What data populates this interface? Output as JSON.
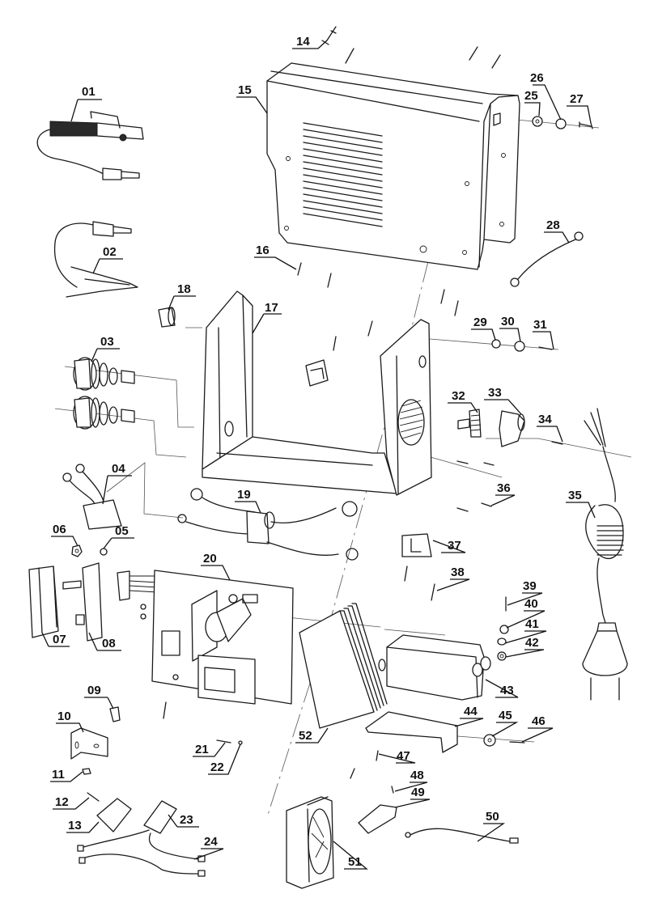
{
  "diagram": {
    "type": "exploded-parts-diagram",
    "subject": "welding inverter",
    "colors": {
      "line": "#1a1a1a",
      "background": "#ffffff",
      "axis": "#555555"
    }
  },
  "parts": [
    {
      "id": "01",
      "label": "01",
      "component": "electrode holder with cable"
    },
    {
      "id": "02",
      "label": "02",
      "component": "earth clamp with cable"
    },
    {
      "id": "03",
      "label": "03",
      "component": "output sockets"
    },
    {
      "id": "04",
      "label": "04",
      "component": "rectifier module"
    },
    {
      "id": "05",
      "label": "05",
      "component": "washer"
    },
    {
      "id": "06",
      "label": "06",
      "component": "nut"
    },
    {
      "id": "07",
      "label": "07",
      "component": "front knob panel"
    },
    {
      "id": "08",
      "label": "08",
      "component": "potentiometer board"
    },
    {
      "id": "09",
      "label": "09",
      "component": "bolt"
    },
    {
      "id": "10",
      "label": "10",
      "component": "bracket"
    },
    {
      "id": "11",
      "label": "11",
      "component": "nut"
    },
    {
      "id": "12",
      "label": "12",
      "component": "screw"
    },
    {
      "id": "13",
      "label": "13",
      "component": "clip"
    },
    {
      "id": "14",
      "label": "14",
      "component": "screw"
    },
    {
      "id": "15",
      "label": "15",
      "component": "housing cover"
    },
    {
      "id": "16",
      "label": "16",
      "component": "screw"
    },
    {
      "id": "17",
      "label": "17",
      "component": "chassis frame"
    },
    {
      "id": "18",
      "label": "18",
      "component": "cable grommet"
    },
    {
      "id": "19",
      "label": "19",
      "component": "output cables with choke"
    },
    {
      "id": "20",
      "label": "20",
      "component": "main circuit board"
    },
    {
      "id": "21",
      "label": "21",
      "component": "screw"
    },
    {
      "id": "22",
      "label": "22",
      "component": "washer"
    },
    {
      "id": "23",
      "label": "23",
      "component": "thermal sensor"
    },
    {
      "id": "24",
      "label": "24",
      "component": "sensor cable"
    },
    {
      "id": "25",
      "label": "25",
      "component": "nut"
    },
    {
      "id": "26",
      "label": "26",
      "component": "washer"
    },
    {
      "id": "27",
      "label": "27",
      "component": "screw"
    },
    {
      "id": "28",
      "label": "28",
      "component": "ground wire"
    },
    {
      "id": "29",
      "label": "29",
      "component": "nut"
    },
    {
      "id": "30",
      "label": "30",
      "component": "washer"
    },
    {
      "id": "31",
      "label": "31",
      "component": "screw"
    },
    {
      "id": "32",
      "label": "32",
      "component": "power switch"
    },
    {
      "id": "33",
      "label": "33",
      "component": "strain relief"
    },
    {
      "id": "34",
      "label": "34",
      "component": "screw"
    },
    {
      "id": "35",
      "label": "35",
      "component": "mains cable with plug"
    },
    {
      "id": "36",
      "label": "36",
      "component": "screw"
    },
    {
      "id": "37",
      "label": "37",
      "component": "cable clamp"
    },
    {
      "id": "38",
      "label": "38",
      "component": "screw"
    },
    {
      "id": "39",
      "label": "39",
      "component": "screw"
    },
    {
      "id": "40",
      "label": "40",
      "component": "spring washer"
    },
    {
      "id": "41",
      "label": "41",
      "component": "washer"
    },
    {
      "id": "42",
      "label": "42",
      "component": "nut"
    },
    {
      "id": "43",
      "label": "43",
      "component": "transformer"
    },
    {
      "id": "44",
      "label": "44",
      "component": "mounting bracket"
    },
    {
      "id": "45",
      "label": "45",
      "component": "nut"
    },
    {
      "id": "46",
      "label": "46",
      "component": "screw"
    },
    {
      "id": "47",
      "label": "47",
      "component": "screw"
    },
    {
      "id": "48",
      "label": "48",
      "component": "pin"
    },
    {
      "id": "49",
      "label": "49",
      "component": "bracket"
    },
    {
      "id": "50",
      "label": "50",
      "component": "connection wire"
    },
    {
      "id": "51",
      "label": "51",
      "component": "cooling fan"
    },
    {
      "id": "52",
      "label": "52",
      "component": "heat sink"
    }
  ]
}
